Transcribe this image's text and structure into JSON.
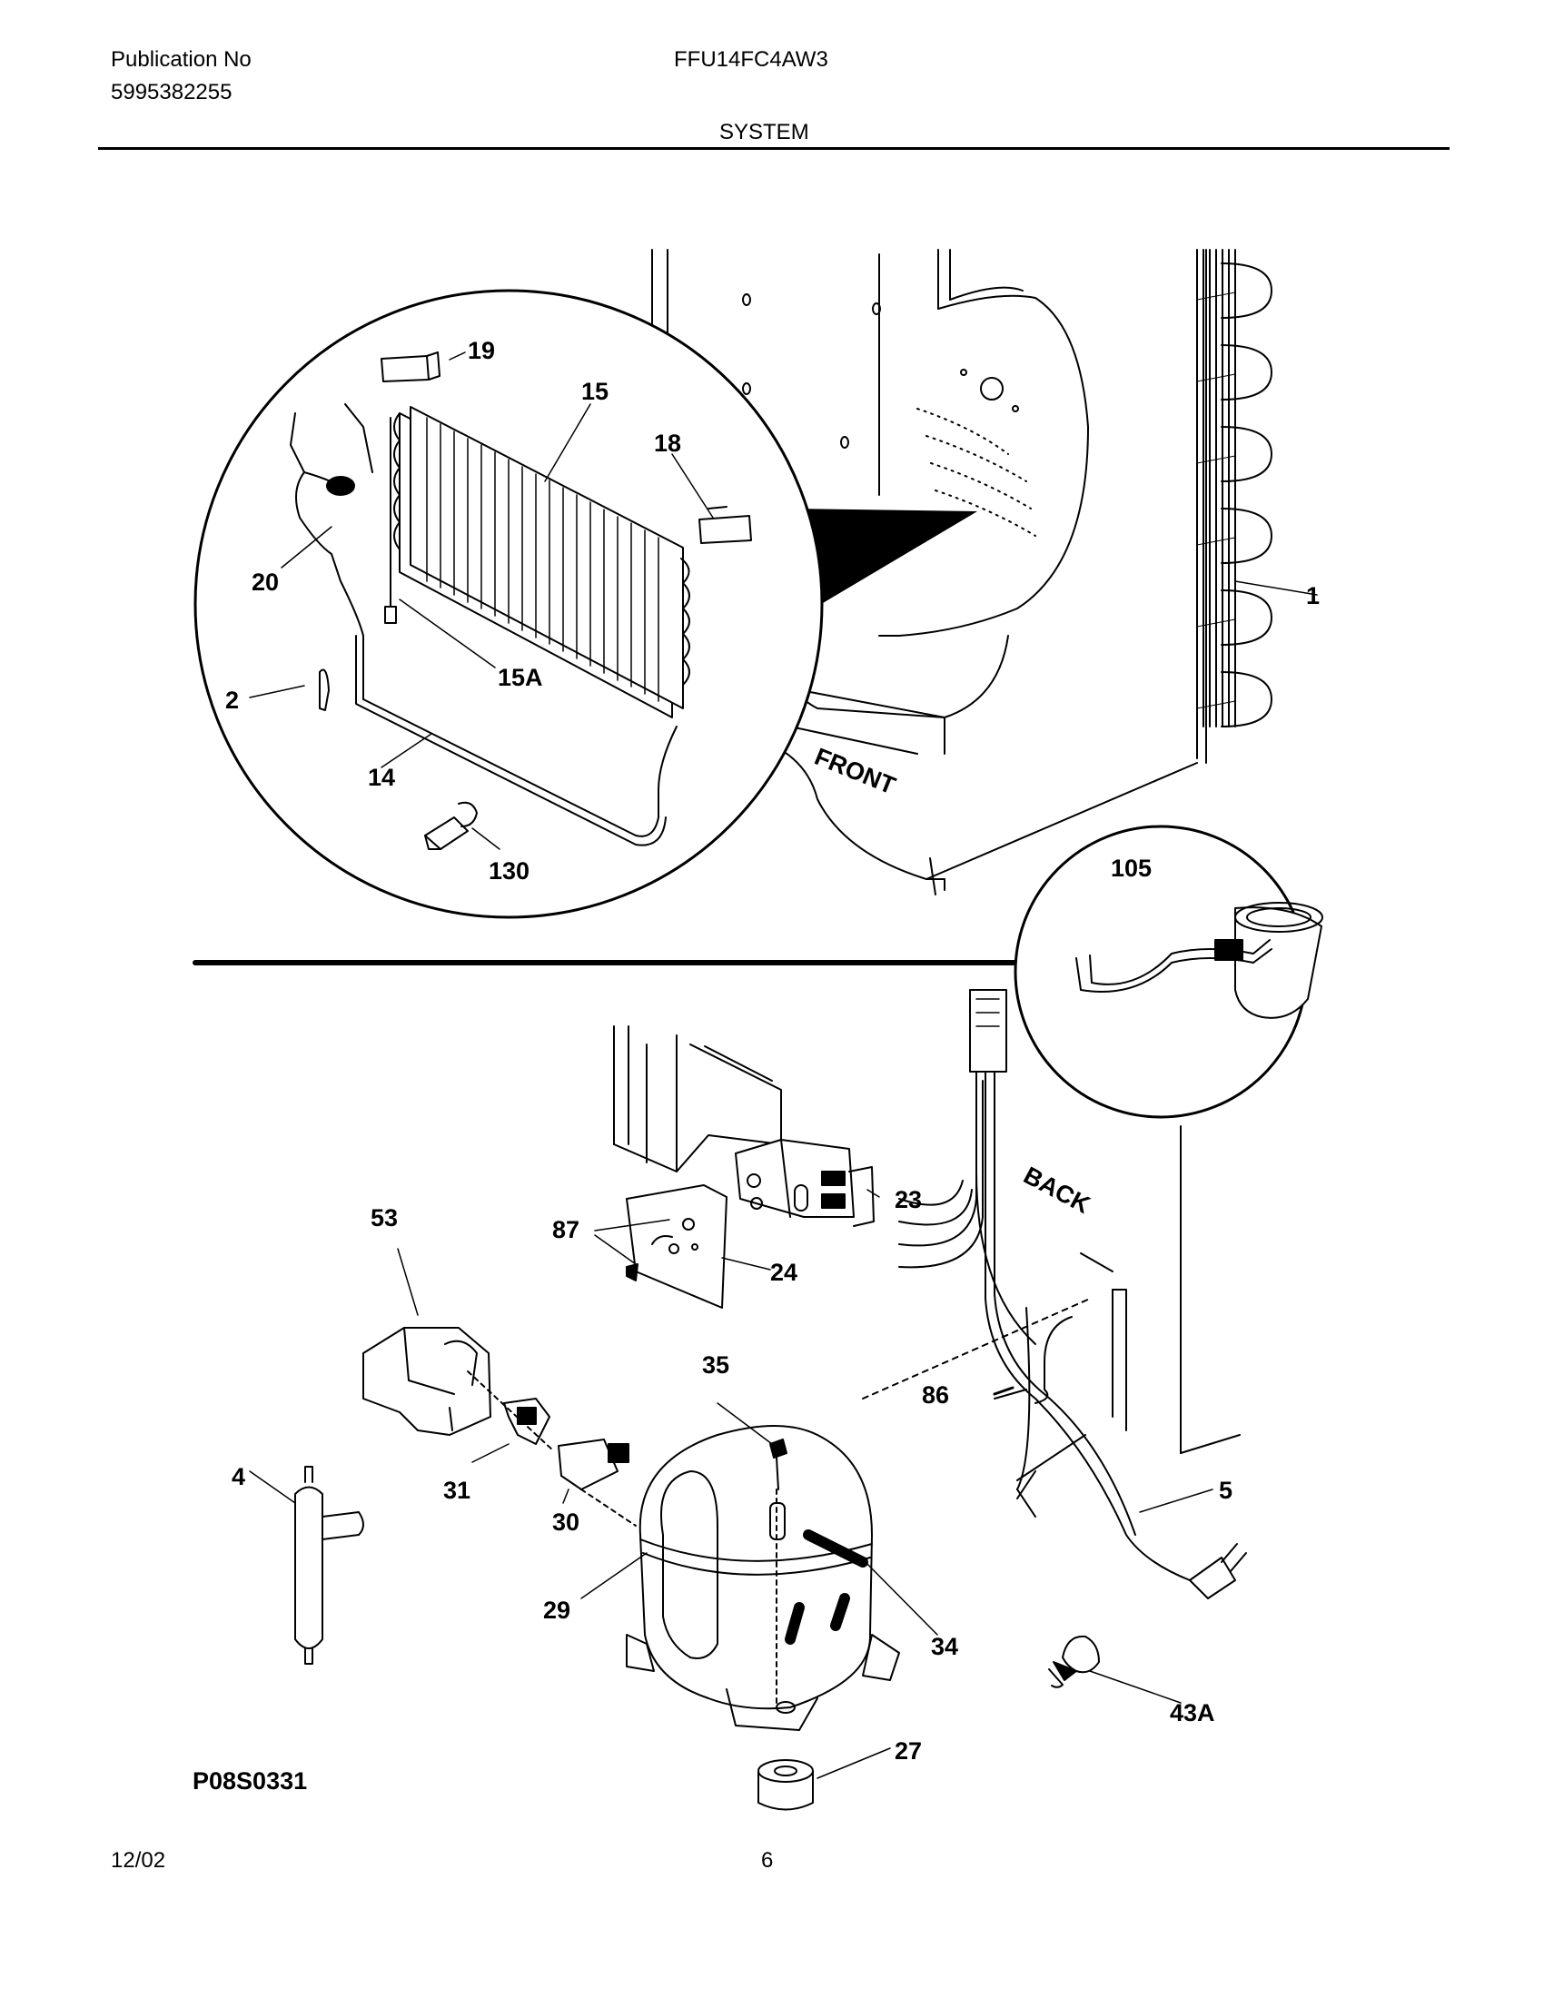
{
  "header": {
    "publication_label": "Publication No",
    "publication_number": "5995382255",
    "model": "FFU14FC4AW3",
    "section": "SYSTEM"
  },
  "diagram": {
    "code": "P08S0331",
    "orientation_labels": {
      "front": "FRONT",
      "back": "BACK"
    },
    "callouts": [
      "19",
      "15",
      "18",
      "20",
      "15A",
      "2",
      "14",
      "130",
      "1",
      "105",
      "53",
      "87",
      "23",
      "24",
      "35",
      "86",
      "4",
      "31",
      "30",
      "5",
      "29",
      "34",
      "43A",
      "27"
    ]
  },
  "footer": {
    "date": "12/02",
    "page": "6"
  }
}
